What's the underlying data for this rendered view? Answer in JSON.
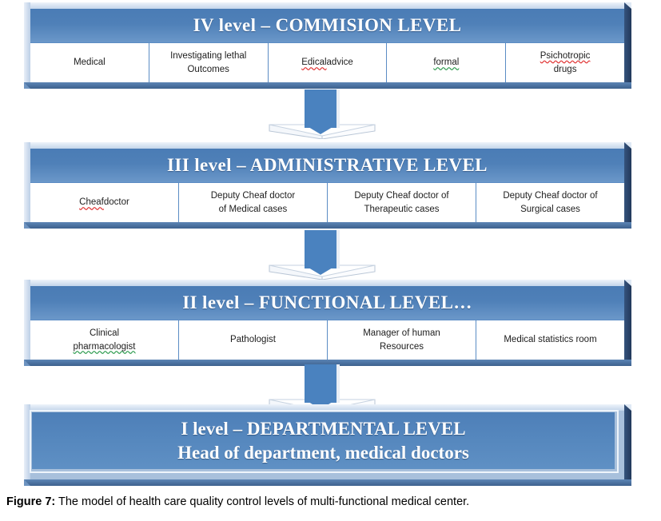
{
  "figure": {
    "caption_label": "Figure 7:",
    "caption_text": " The model of health care quality control levels of multi-functional medical center."
  },
  "colors": {
    "header_blue": "#4f80b8",
    "frame_light": "#a8c0dc",
    "bevel_dark": "#2d4a72",
    "cell_border": "#5b8cc4",
    "spellcheck_red": "#e03030",
    "grammar_green": "#2d9b4e"
  },
  "levels": [
    {
      "id": "level-4",
      "header": "IV level – COMMISION LEVEL",
      "cells": [
        {
          "line1": "Medical",
          "line2": "",
          "mark1": "none",
          "mark2": "none"
        },
        {
          "line1": "Investigating  lethal",
          "line2": "Outcomes",
          "mark1": "none",
          "mark2": "none"
        },
        {
          "line1": "Edical",
          "line2": " advice",
          "mark1": "red",
          "mark2": "none"
        },
        {
          "line1": "formal",
          "line2": "",
          "mark1": "green",
          "mark2": "none"
        },
        {
          "line1": "Psichotropic",
          "line2": "drugs",
          "mark1": "red",
          "mark2": "none"
        }
      ]
    },
    {
      "id": "level-3",
      "header": "III level – ADMINISTRATIVE  LEVEL",
      "cells": [
        {
          "line1": "Cheaf",
          "line2": " doctor",
          "mark1": "red",
          "mark2": "none"
        },
        {
          "line1": "Deputy Cheaf doctor",
          "line2": "of Medical cases",
          "mark1": "none",
          "mark2": "none"
        },
        {
          "line1": "Deputy Cheaf doctor of",
          "line2": "Therapeutic cases",
          "mark1": "none",
          "mark2": "none"
        },
        {
          "line1": "Deputy Cheaf doctor of",
          "line2": "Surgical cases",
          "mark1": "none",
          "mark2": "none"
        }
      ]
    },
    {
      "id": "level-2",
      "header": "II level – FUNCTIONAL LEVEL…",
      "cells": [
        {
          "line1": "Clinical",
          "line2": "pharmacologist",
          "mark1": "none",
          "mark2": "green"
        },
        {
          "line1": "Pathologist",
          "line2": "",
          "mark1": "none",
          "mark2": "none"
        },
        {
          "line1": "Manager of human",
          "line2": "Resources",
          "mark1": "none",
          "mark2": "none"
        },
        {
          "line1": "Medical statistics  room",
          "line2": "",
          "mark1": "none",
          "mark2": "none"
        }
      ]
    },
    {
      "id": "level-1",
      "header_line1": "I level – DEPARTMENTAL LEVEL",
      "header_line2": "Head of department, medical doctors"
    }
  ],
  "arrows": [
    {
      "id": "arrow-4-to-3",
      "direction": "down"
    },
    {
      "id": "arrow-3-to-2",
      "direction": "down"
    },
    {
      "id": "arrow-2-to-1",
      "direction": "down"
    }
  ]
}
